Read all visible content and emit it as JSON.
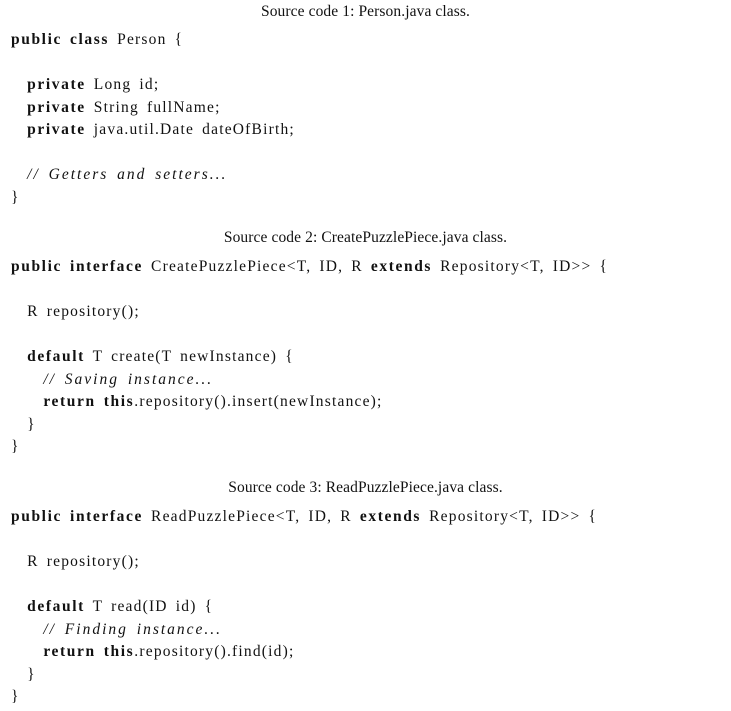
{
  "listings": [
    {
      "caption": "Source code 1: Person.java class.",
      "lines": [
        [
          {
            "k": "kw",
            "t": "public"
          },
          {
            "k": "tx",
            "t": " "
          },
          {
            "k": "kw",
            "t": "class"
          },
          {
            "k": "tx",
            "t": " Person {"
          }
        ],
        [],
        [
          {
            "k": "tx",
            "t": "  "
          },
          {
            "k": "kw",
            "t": "private"
          },
          {
            "k": "tx",
            "t": " Long id;"
          }
        ],
        [
          {
            "k": "tx",
            "t": "  "
          },
          {
            "k": "kw",
            "t": "private"
          },
          {
            "k": "tx",
            "t": " String fullName;"
          }
        ],
        [
          {
            "k": "tx",
            "t": "  "
          },
          {
            "k": "kw",
            "t": "private"
          },
          {
            "k": "tx",
            "t": " java.util.Date dateOfBirth;"
          }
        ],
        [],
        [
          {
            "k": "tx",
            "t": "  "
          },
          {
            "k": "cm",
            "t": "// Getters and setters..."
          }
        ],
        [
          {
            "k": "tx",
            "t": "}"
          }
        ]
      ]
    },
    {
      "caption": "Source code 2: CreatePuzzlePiece.java class.",
      "lines": [
        [
          {
            "k": "kw",
            "t": "public"
          },
          {
            "k": "tx",
            "t": " "
          },
          {
            "k": "kw",
            "t": "interface"
          },
          {
            "k": "tx",
            "t": " CreatePuzzlePiece<T, ID, R "
          },
          {
            "k": "kw",
            "t": "extends"
          },
          {
            "k": "tx",
            "t": " Repository<T, ID>> {"
          }
        ],
        [],
        [
          {
            "k": "tx",
            "t": "  R repository();"
          }
        ],
        [],
        [
          {
            "k": "tx",
            "t": "  "
          },
          {
            "k": "kw",
            "t": "default"
          },
          {
            "k": "tx",
            "t": " T create(T newInstance) {"
          }
        ],
        [
          {
            "k": "tx",
            "t": "    "
          },
          {
            "k": "cm",
            "t": "// Saving instance..."
          }
        ],
        [
          {
            "k": "tx",
            "t": "    "
          },
          {
            "k": "kw",
            "t": "return"
          },
          {
            "k": "tx",
            "t": " "
          },
          {
            "k": "kw",
            "t": "this"
          },
          {
            "k": "tx",
            "t": ".repository().insert(newInstance);"
          }
        ],
        [
          {
            "k": "tx",
            "t": "  }"
          }
        ],
        [
          {
            "k": "tx",
            "t": "}"
          }
        ]
      ]
    },
    {
      "caption": "Source code 3: ReadPuzzlePiece.java class.",
      "lines": [
        [
          {
            "k": "kw",
            "t": "public"
          },
          {
            "k": "tx",
            "t": " "
          },
          {
            "k": "kw",
            "t": "interface"
          },
          {
            "k": "tx",
            "t": " ReadPuzzlePiece<T, ID, R "
          },
          {
            "k": "kw",
            "t": "extends"
          },
          {
            "k": "tx",
            "t": " Repository<T, ID>> {"
          }
        ],
        [],
        [
          {
            "k": "tx",
            "t": "  R repository();"
          }
        ],
        [],
        [
          {
            "k": "tx",
            "t": "  "
          },
          {
            "k": "kw",
            "t": "default"
          },
          {
            "k": "tx",
            "t": " T read(ID id) {"
          }
        ],
        [
          {
            "k": "tx",
            "t": "    "
          },
          {
            "k": "cm",
            "t": "// Finding instance..."
          }
        ],
        [
          {
            "k": "tx",
            "t": "    "
          },
          {
            "k": "kw",
            "t": "return"
          },
          {
            "k": "tx",
            "t": " "
          },
          {
            "k": "kw",
            "t": "this"
          },
          {
            "k": "tx",
            "t": ".repository().find(id);"
          }
        ],
        [
          {
            "k": "tx",
            "t": "  }"
          }
        ],
        [
          {
            "k": "tx",
            "t": "}"
          }
        ]
      ]
    }
  ]
}
